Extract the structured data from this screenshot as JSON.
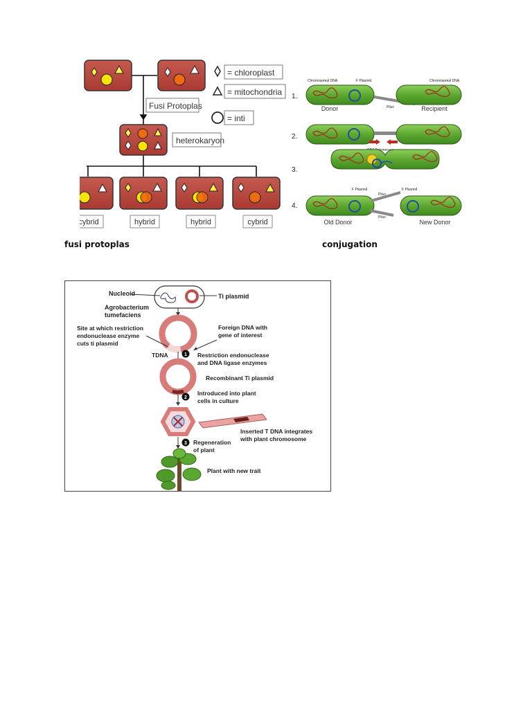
{
  "fusion": {
    "legend": {
      "chloroplast": "= chloroplast",
      "mitochondria": "= mitochondria",
      "nucleus": "= inti"
    },
    "process_label": "Fusi Protoplas",
    "heterokaryon": "heterokaryon",
    "results": [
      "cybrid",
      "hybrid",
      "hybrid",
      "cybrid"
    ]
  },
  "conjugation": {
    "steps": [
      "1.",
      "2.",
      "3.",
      "4."
    ],
    "chromosomal_dna": "Chromosomal DNA",
    "f_plasmid": "F Plasmid",
    "pilus": "Pilus",
    "donor": "Donor",
    "recipient": "Recipient",
    "dna_polymerase": "DNA Polymerase",
    "old_donor": "Old Donor",
    "new_donor": "New Donor"
  },
  "captions": {
    "left": "fusi protoplas",
    "right": "conjugation"
  },
  "ti": {
    "nucleoid": "Nucleoid",
    "ti_plasmid": "Ti plasmid",
    "agro1": "Agrobacterium",
    "agro2": "tumefaciens",
    "site1": "Site at which restriction",
    "site2": "endonuclease enzyme",
    "site3": "cuts ti plasmid",
    "foreign1": "Foreign DNA with",
    "foreign2": "gene of interest",
    "tdna": "TDNA",
    "step1_num": "1",
    "step1a": "Restriction endonuclease",
    "step1b": "and DNA ligase enzymes",
    "recombinant": "Recombinant Ti plasmid",
    "step2_num": "2",
    "step2a": "Introduced into plant",
    "step2b": "cells in culture",
    "inserted1": "Inserted T DNA integrates",
    "inserted2": "with plant chromosome",
    "step3_num": "3",
    "step3a": "Regeneration",
    "step3b": "of plant",
    "new_trait": "Plant with new trait"
  }
}
